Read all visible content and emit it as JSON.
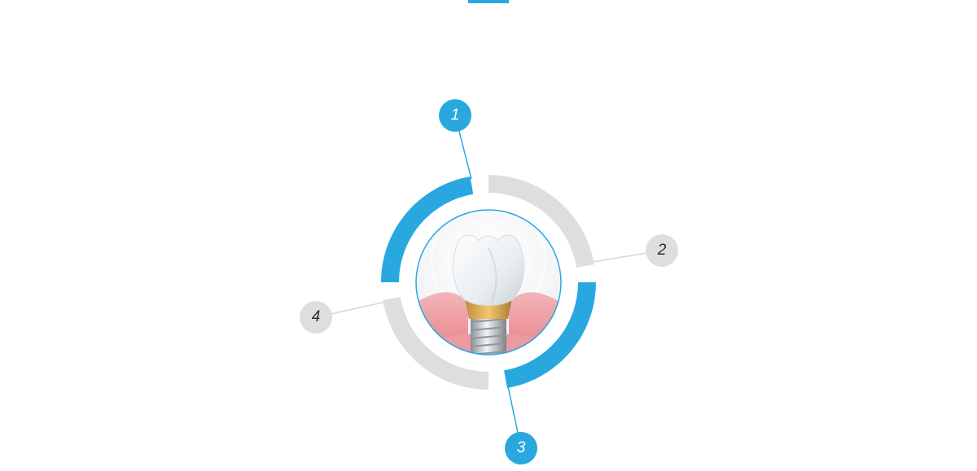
{
  "colors": {
    "accent": "#29a8e0",
    "inactive": "#dedede",
    "background": "#ffffff"
  },
  "steps": [
    {
      "label": "1",
      "state": "active"
    },
    {
      "label": "2",
      "state": "inactive"
    },
    {
      "label": "3",
      "state": "active"
    },
    {
      "label": "4",
      "state": "inactive"
    }
  ],
  "center_image": {
    "icon": "dental-implant-icon"
  }
}
